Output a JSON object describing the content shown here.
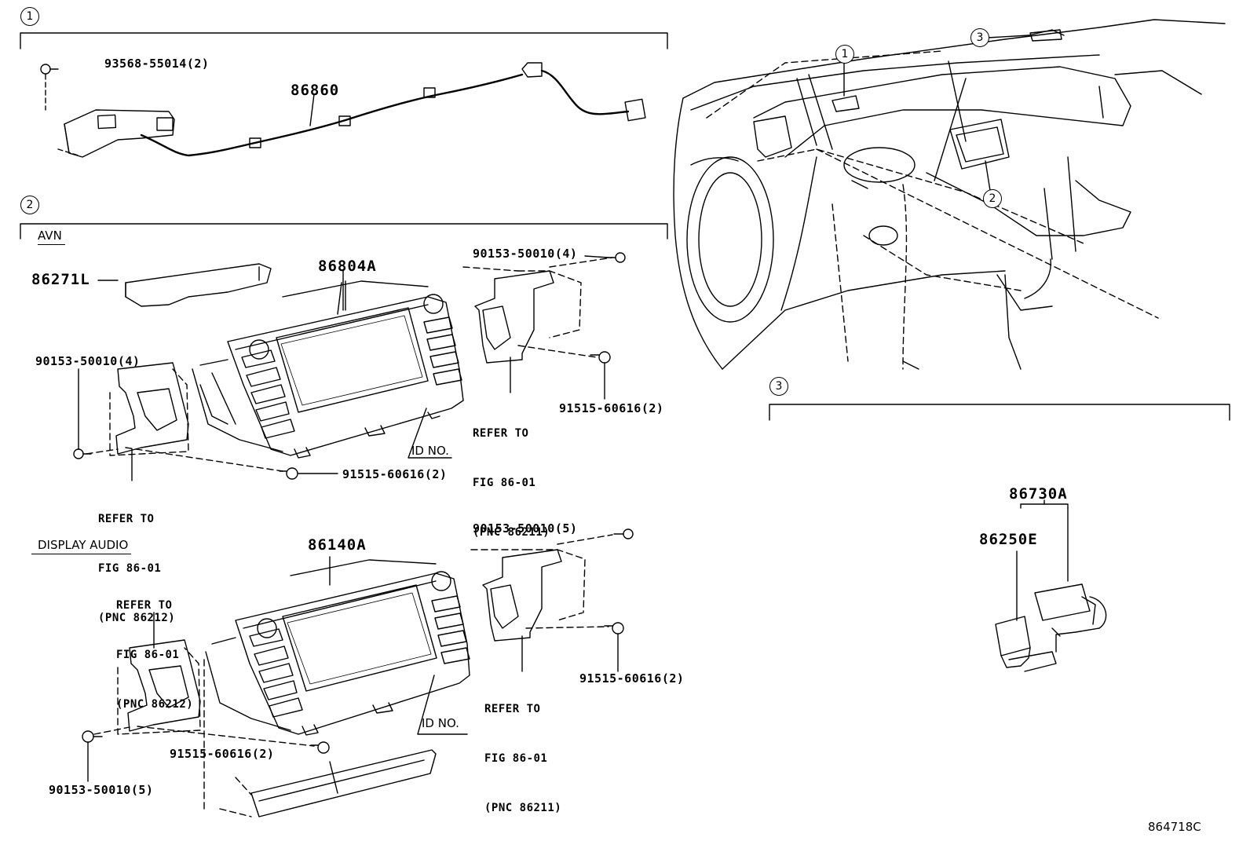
{
  "sections": {
    "s1": {
      "num": "1"
    },
    "s2": {
      "num": "2",
      "avn_title": "AVN",
      "display_audio_title": "DISPLAY AUDIO"
    },
    "s3": {
      "num": "3"
    }
  },
  "car_callouts": [
    "1",
    "2",
    "3"
  ],
  "parts": {
    "p93568": "93568-55014(2)",
    "p86860": "86860",
    "p86271L": "86271L",
    "p86804A": "86804A",
    "p90153_avn_right": "90153-50010(4)",
    "p90153_avn_left": "90153-50010(4)",
    "p91515_avn_right": "91515-60616(2)",
    "p91515_avn_bottom": "91515-60616(2)",
    "id_no_1": "ID NO.",
    "p86140A": "86140A",
    "p90153_da_right": "90153-50010(5)",
    "p91515_da_right": "91515-60616(2)",
    "p91515_da_bottom": "91515-60616(2)",
    "p90153_da_left": "90153-50010(5)",
    "id_no_2": "ID NO.",
    "p86730A": "86730A",
    "p86250E": "86250E"
  },
  "refs": {
    "avn_right": [
      "REFER TO",
      "FIG 86-01",
      "(PNC 86211)"
    ],
    "avn_left": [
      "REFER TO",
      "FIG 86-01",
      "(PNC 86212)"
    ],
    "da_left": [
      "REFER TO",
      "FIG 86-01",
      "(PNC 86212)"
    ],
    "da_right": [
      "REFER TO",
      "FIG 86-01",
      "(PNC 86211)"
    ]
  },
  "figure_code": "864718C"
}
